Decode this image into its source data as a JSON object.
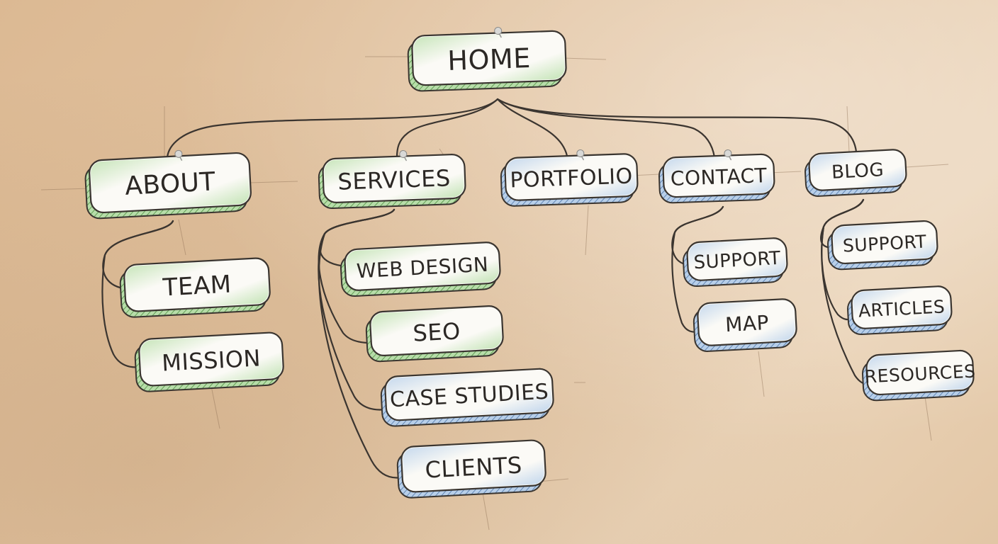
{
  "colors": {
    "green": "#7cc36a",
    "blue": "#7fa9dc",
    "ink": "#3a3530"
  },
  "nodes": [
    {
      "id": "home",
      "label": "HOME",
      "tint": "green",
      "pinned": true
    },
    {
      "id": "about",
      "label": "ABOUT",
      "tint": "green",
      "pinned": true
    },
    {
      "id": "services",
      "label": "SERVICES",
      "tint": "green",
      "pinned": true
    },
    {
      "id": "portfolio",
      "label": "PORTFOLIO",
      "tint": "blue",
      "pinned": true
    },
    {
      "id": "contact",
      "label": "CONTACT",
      "tint": "blue",
      "pinned": true
    },
    {
      "id": "blog",
      "label": "BLOG",
      "tint": "blue",
      "pinned": false
    },
    {
      "id": "team",
      "label": "TEAM",
      "tint": "green",
      "pinned": false
    },
    {
      "id": "mission",
      "label": "MISSION",
      "tint": "green",
      "pinned": false
    },
    {
      "id": "web_design",
      "label": "WEB DESIGN",
      "tint": "green",
      "pinned": false
    },
    {
      "id": "seo",
      "label": "SEO",
      "tint": "green",
      "pinned": false
    },
    {
      "id": "case_studies",
      "label": "CASE STUDIES",
      "tint": "blue",
      "pinned": false
    },
    {
      "id": "clients",
      "label": "CLIENTS",
      "tint": "blue",
      "pinned": false
    },
    {
      "id": "support_contact",
      "label": "SUPPORT",
      "tint": "blue",
      "pinned": false
    },
    {
      "id": "map",
      "label": "MAP",
      "tint": "blue",
      "pinned": false
    },
    {
      "id": "support_blog",
      "label": "SUPPORT",
      "tint": "blue",
      "pinned": false
    },
    {
      "id": "articles",
      "label": "ARTICLES",
      "tint": "blue",
      "pinned": false
    },
    {
      "id": "resources",
      "label": "RESOURCES",
      "tint": "blue",
      "pinned": false
    }
  ],
  "edges": [
    {
      "from": "home",
      "to": "about"
    },
    {
      "from": "home",
      "to": "services"
    },
    {
      "from": "home",
      "to": "portfolio"
    },
    {
      "from": "home",
      "to": "contact"
    },
    {
      "from": "home",
      "to": "blog"
    },
    {
      "from": "about",
      "to": "team"
    },
    {
      "from": "about",
      "to": "mission"
    },
    {
      "from": "services",
      "to": "web_design"
    },
    {
      "from": "services",
      "to": "seo"
    },
    {
      "from": "services",
      "to": "case_studies"
    },
    {
      "from": "services",
      "to": "clients"
    },
    {
      "from": "contact",
      "to": "support_contact"
    },
    {
      "from": "contact",
      "to": "map"
    },
    {
      "from": "blog",
      "to": "support_blog"
    },
    {
      "from": "blog",
      "to": "articles"
    },
    {
      "from": "blog",
      "to": "resources"
    }
  ]
}
